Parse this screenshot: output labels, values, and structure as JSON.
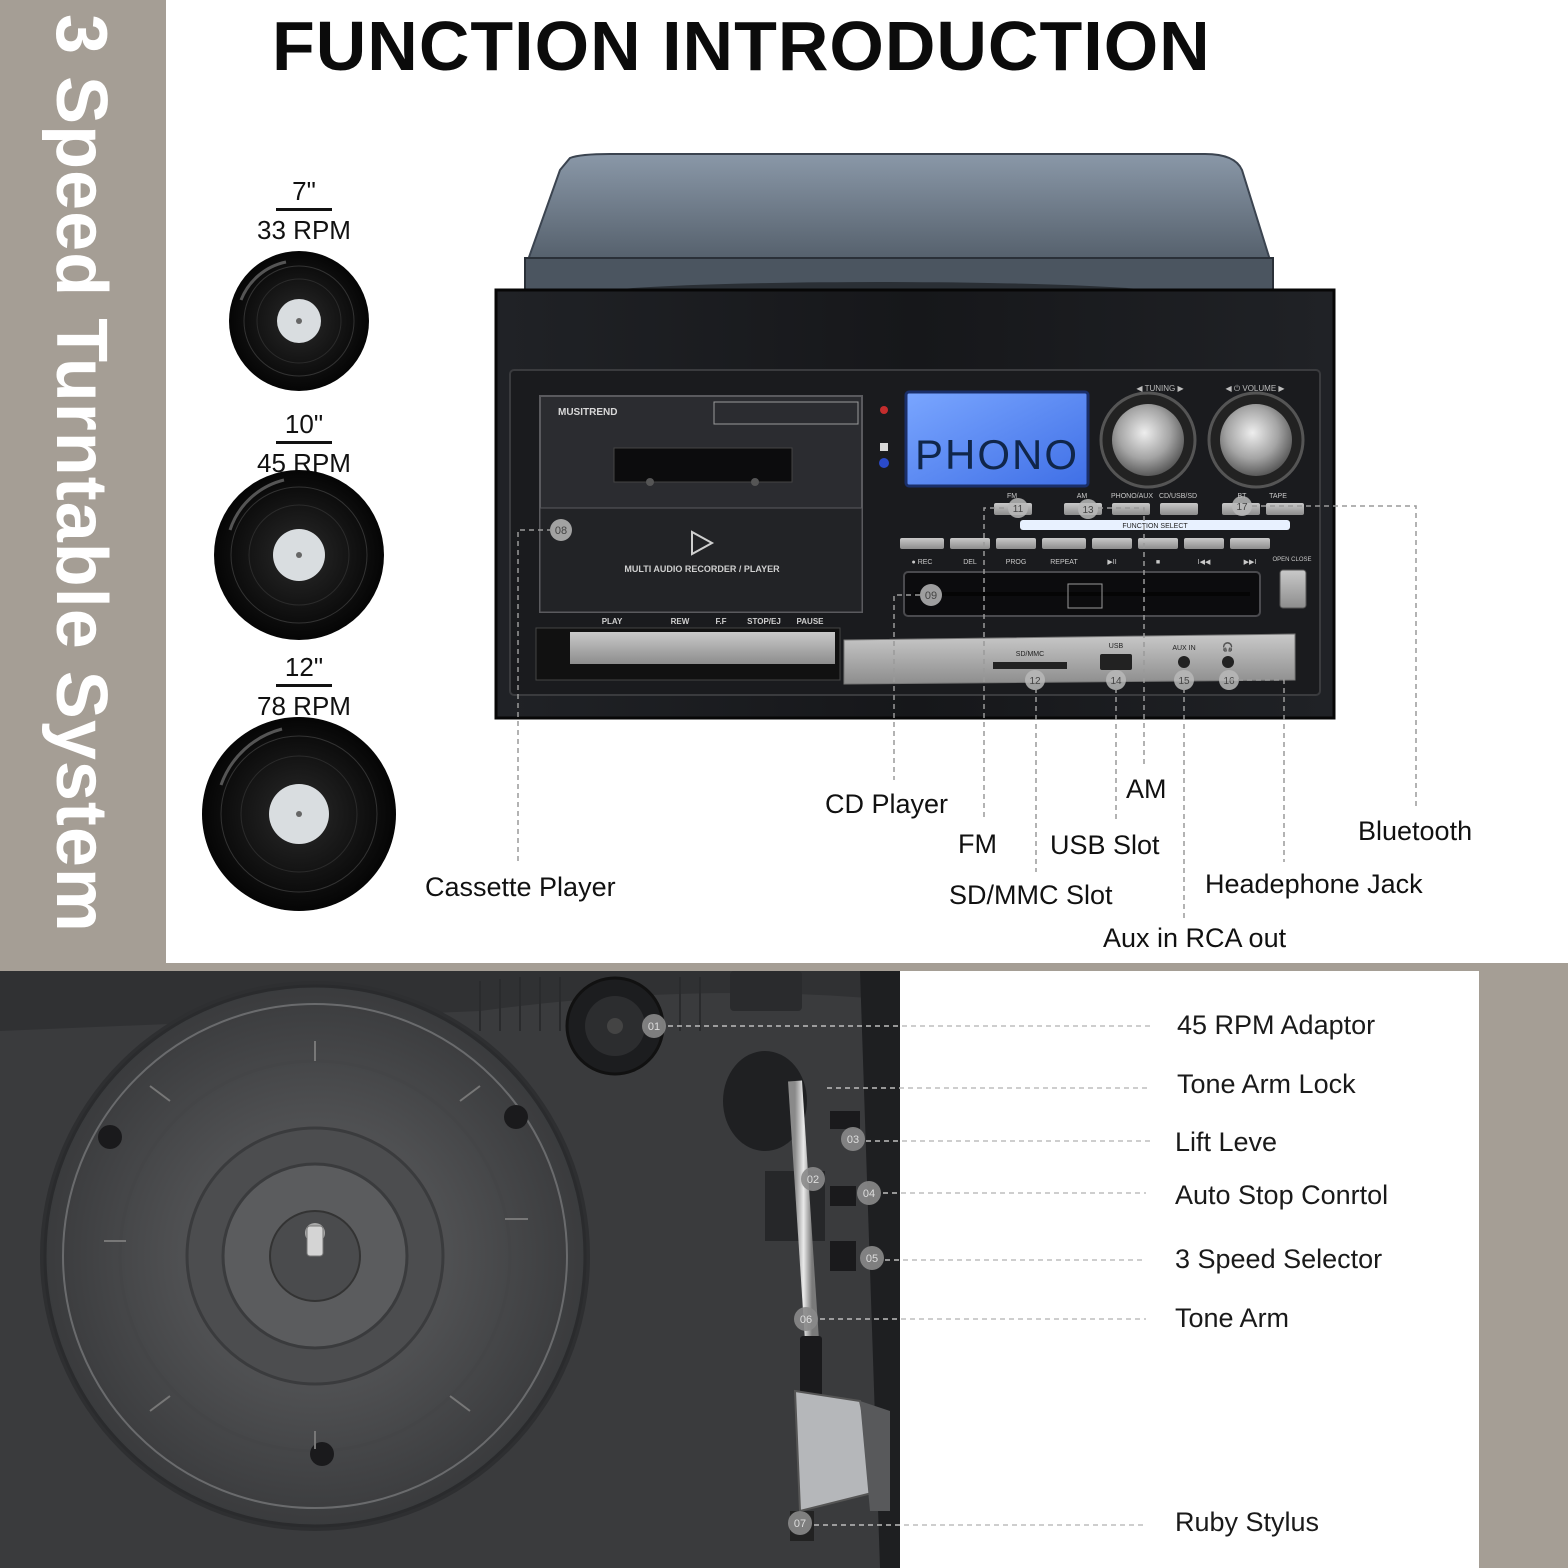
{
  "title": "FUNCTION INTRODUCTION",
  "sidebar_label": "3 Speed Turntable System",
  "records": [
    {
      "size": "7\"",
      "rpm": "33 RPM"
    },
    {
      "size": "10\"",
      "rpm": "45 RPM"
    },
    {
      "size": "12\"",
      "rpm": "78 RPM"
    }
  ],
  "device": {
    "brand": "MUSITREND",
    "display_text": "PHONO",
    "cassette_caption": "MULTI AUDIO RECORDER / PLAYER",
    "cassette_buttons": [
      "PLAY",
      "REW",
      "F.F",
      "STOP/EJ",
      "PAUSE"
    ],
    "function_select_label": "FUNCTION SELECT",
    "function_modes": [
      "FM",
      "AM",
      "PHONO/AUX",
      "CD/USB/SD",
      "BT",
      "TAPE"
    ],
    "cd_buttons": [
      "● REC",
      "DEL",
      "PROG",
      "REPEAT",
      "▶II",
      "■",
      "I◀◀",
      "▶▶I"
    ],
    "knob_labels": [
      "◀ TUNING ▶",
      "◀ ⏻ VOLUME ▶"
    ],
    "port_labels": [
      "SD/MMC",
      "USB",
      "AUX IN"
    ],
    "open_close_label": "OPEN CLOSE",
    "badges_top": [
      "08",
      "09",
      "11",
      "12",
      "13",
      "14",
      "15",
      "16",
      "17"
    ],
    "badges_bottom": [
      "01",
      "02",
      "03",
      "04",
      "05",
      "06",
      "07"
    ]
  },
  "callouts_top": {
    "cassette_player": "Cassette Player",
    "cd_player": "CD Player",
    "fm": "FM",
    "am": "AM",
    "usb_slot": "USB Slot",
    "sd_mmc_slot": "SD/MMC Slot",
    "aux_rca": "Aux in RCA out",
    "headphone_jack": "Headephone Jack",
    "bluetooth": "Bluetooth"
  },
  "callouts_bottom": [
    "45 RPM Adaptor",
    "Tone Arm Lock",
    "Lift Leve",
    "Auto Stop Conrtol",
    "3 Speed Selector",
    "Tone Arm",
    "Ruby Stylus"
  ],
  "colors": {
    "sidebar": "#a59e95",
    "lcd": "#5a8bff",
    "lcd_text": "#10264a",
    "device_body": "#121316",
    "turntable_bg": "#3a3b3d"
  }
}
